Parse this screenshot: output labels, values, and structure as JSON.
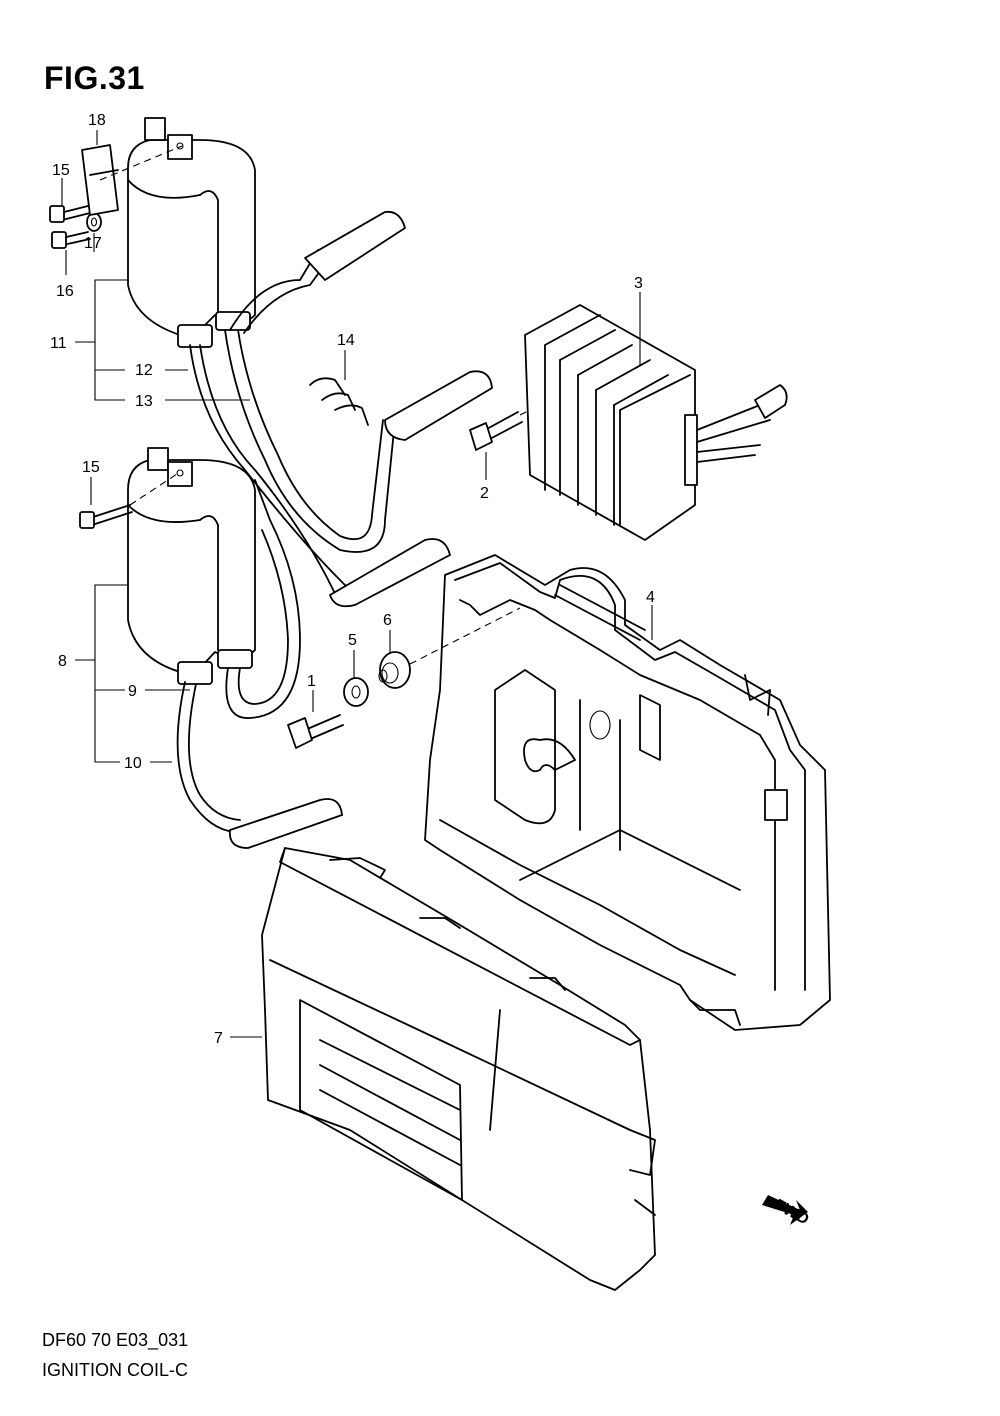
{
  "title": "FIG.31",
  "footer": {
    "code": "DF60 70 E03_031",
    "name": "IGNITION COIL-C"
  },
  "fwd_label": "FWD",
  "callouts": {
    "c1": "1",
    "c2": "2",
    "c3": "3",
    "c4": "4",
    "c5": "5",
    "c6": "6",
    "c7": "7",
    "c8": "8",
    "c9": "9",
    "c10": "10",
    "c11": "11",
    "c12": "12",
    "c13": "13",
    "c14": "14",
    "c15a": "15",
    "c15b": "15",
    "c16": "16",
    "c17": "17",
    "c18": "18"
  }
}
